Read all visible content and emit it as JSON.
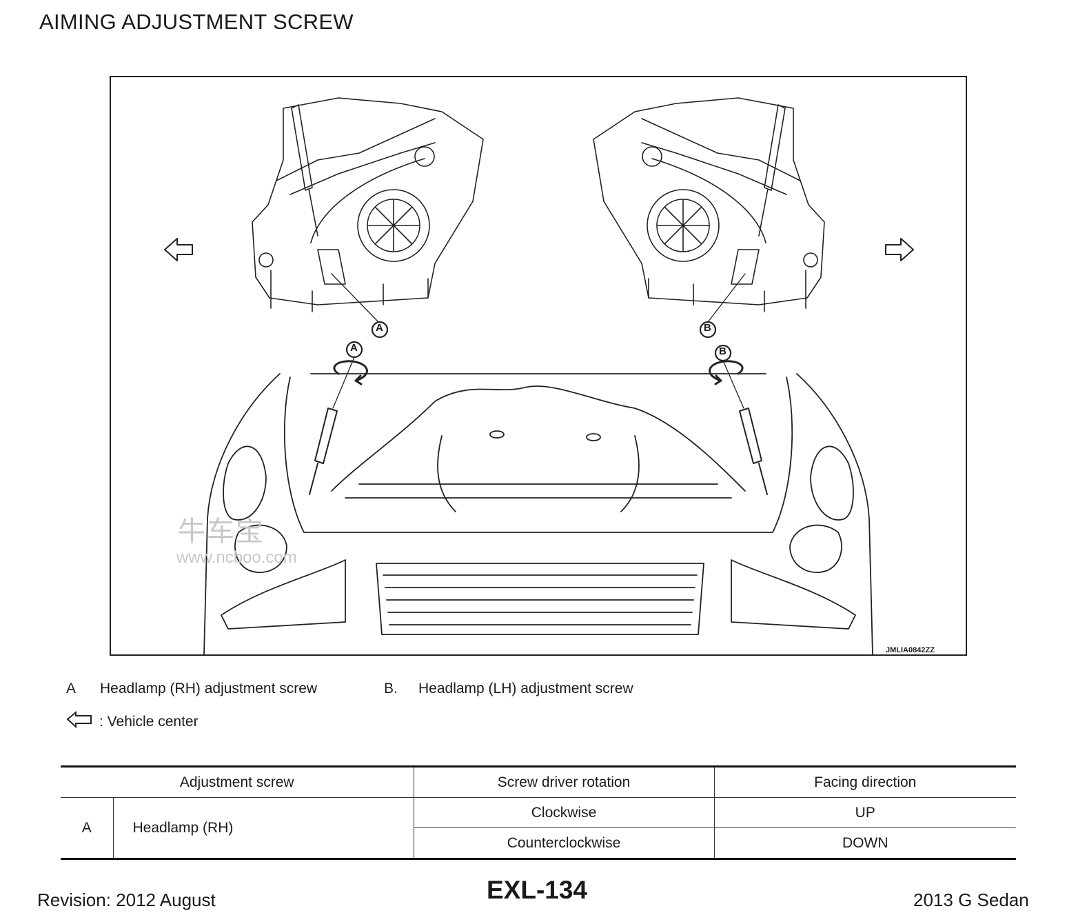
{
  "title": "AIMING ADJUSTMENT SCREW",
  "figure": {
    "code": "JMLIA0842ZZ",
    "callout_a": "A",
    "callout_b": "B",
    "watermark_cn": "牛车宝",
    "watermark_url": "www.ncboo.com"
  },
  "legend": {
    "a_key": "A",
    "a_text": "Headlamp (RH) adjustment screw",
    "b_key": "B.",
    "b_text": "Headlamp (LH) adjustment screw",
    "vehicle_center": ": Vehicle center"
  },
  "table": {
    "headers": [
      "Adjustment screw",
      "Screw driver rotation",
      "Facing direction"
    ],
    "row_key": "A",
    "row_name": "Headlamp (RH)",
    "rows": [
      {
        "rotation": "Clockwise",
        "direction": "UP"
      },
      {
        "rotation": "Counterclockwise",
        "direction": "DOWN"
      }
    ]
  },
  "footer": {
    "revision": "Revision: 2012 August",
    "page": "EXL-134",
    "model": "2013 G Sedan"
  }
}
